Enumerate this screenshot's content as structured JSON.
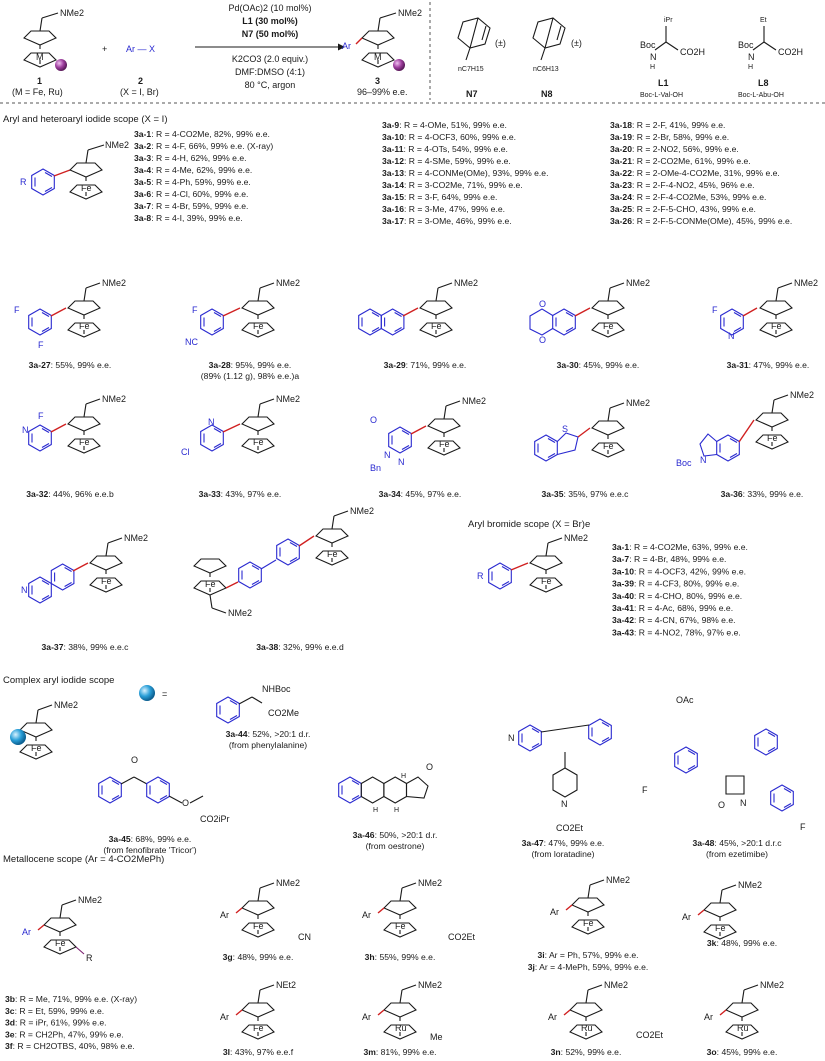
{
  "header": {
    "reactant1": {
      "label": "1",
      "note": "(M = Fe, Ru)",
      "nme2": "NMe2",
      "metal": "M"
    },
    "plus": "+",
    "reactant2": {
      "text": "Ar — X",
      "label": "2",
      "note": "(X = I, Br)"
    },
    "conditions_above": [
      "Pd(OAc)2 (10 mol%)",
      "L1 (30 mol%)",
      "N7 (50 mol%)"
    ],
    "conditions_below": [
      "K2CO3 (2.0 equiv.)",
      "DMF:DMSO (4:1)",
      "80 °C, argon"
    ],
    "product": {
      "label": "3",
      "note": "96–99% e.e.",
      "ar": "Ar",
      "metal": "M",
      "nme2": "NMe2"
    },
    "ligands": [
      {
        "label": "N7",
        "sub": "nC7H15",
        "rac": "(±)"
      },
      {
        "label": "N8",
        "sub": "nC6H13",
        "rac": "(±)"
      },
      {
        "label": "L1",
        "name": "Boc-L-Val-OH",
        "sub": "iPr",
        "boc": "Boc",
        "acid": "CO2H"
      },
      {
        "label": "L8",
        "name": "Boc-L-Abu-OH",
        "sub": "Et",
        "boc": "Boc",
        "acid": "CO2H"
      }
    ]
  },
  "sections": {
    "aryl_iodide": "Aryl and heteroaryl iodide scope (X = I)",
    "aryl_bromide": "Aryl bromide scope (X = Br)e",
    "complex": "Complex aryl iodide scope",
    "metallocene": "Metallocene scope (Ar = 4-CO2MePh)"
  },
  "iodide_list_col1": [
    {
      "id": "3a-1",
      "text": ": R = 4-CO2Me, 82%, 99% e.e."
    },
    {
      "id": "3a-2",
      "text": ": R = 4-F, 66%, 99% e.e. (X-ray)"
    },
    {
      "id": "3a-3",
      "text": ": R = 4-H, 62%, 99% e.e."
    },
    {
      "id": "3a-4",
      "text": ": R = 4-Me, 62%, 99% e.e."
    },
    {
      "id": "3a-5",
      "text": ": R = 4-Ph, 59%, 99% e.e."
    },
    {
      "id": "3a-6",
      "text": ": R = 4-Cl, 60%, 99% e.e."
    },
    {
      "id": "3a-7",
      "text": ": R = 4-Br, 59%, 99% e.e."
    },
    {
      "id": "3a-8",
      "text": ": R = 4-I, 39%, 99% e.e."
    }
  ],
  "iodide_list_col2": [
    {
      "id": "3a-9",
      "text": ": R = 4-OMe, 51%, 99% e.e."
    },
    {
      "id": "3a-10",
      "text": ": R = 4-OCF3, 60%, 99% e.e."
    },
    {
      "id": "3a-11",
      "text": ": R = 4-OTs, 54%, 99% e.e."
    },
    {
      "id": "3a-12",
      "text": ": R = 4-SMe, 59%, 99% e.e."
    },
    {
      "id": "3a-13",
      "text": ": R = 4-CONMe(OMe), 93%, 99% e.e."
    },
    {
      "id": "3a-14",
      "text": ": R = 3-CO2Me, 71%, 99% e.e."
    },
    {
      "id": "3a-15",
      "text": ": R = 3-F, 64%, 99% e.e."
    },
    {
      "id": "3a-16",
      "text": ": R = 3-Me, 47%, 99% e.e."
    },
    {
      "id": "3a-17",
      "text": ": R = 3-OMe, 46%, 99% e.e."
    }
  ],
  "iodide_list_col3": [
    {
      "id": "3a-18",
      "text": ": R = 2-F, 41%, 99% e.e."
    },
    {
      "id": "3a-19",
      "text": ": R = 2-Br, 58%, 99% e.e."
    },
    {
      "id": "3a-20",
      "text": ": R = 2-NO2, 56%, 99% e.e."
    },
    {
      "id": "3a-21",
      "text": ": R = 2-CO2Me, 61%, 99% e.e."
    },
    {
      "id": "3a-22",
      "text": ": R = 2-OMe-4-CO2Me, 31%, 99% e.e."
    },
    {
      "id": "3a-23",
      "text": ": R = 2-F-4-NO2, 45%, 96% e.e."
    },
    {
      "id": "3a-24",
      "text": ": R = 2-F-4-CO2Me, 53%, 99% e.e."
    },
    {
      "id": "3a-25",
      "text": ": R = 2-F-5-CHO, 43%, 99% e.e."
    },
    {
      "id": "3a-26",
      "text": ": R = 2-F-5-CONMe(OMe), 45%, 99% e.e."
    }
  ],
  "bromide_list": [
    {
      "id": "3a-1",
      "text": ": R = 4-CO2Me, 63%, 99% e.e."
    },
    {
      "id": "3a-7",
      "text": ": R = 4-Br, 48%, 99% e.e."
    },
    {
      "id": "3a-10",
      "text": ": R = 4-OCF3, 42%, 99% e.e."
    },
    {
      "id": "3a-39",
      "text": ": R = 4-CF3, 80%, 99% e.e."
    },
    {
      "id": "3a-40",
      "text": ": R = 4-CHO, 80%, 99% e.e."
    },
    {
      "id": "3a-41",
      "text": ": R = 4-Ac, 68%, 99% e.e."
    },
    {
      "id": "3a-42",
      "text": ": R = 4-CN, 67%, 98% e.e."
    },
    {
      "id": "3a-43",
      "text": ": R = 4-NO2, 78%, 97% e.e."
    }
  ],
  "compound_labels": [
    {
      "id": "3a-27",
      "text": ": 55%, 99% e.e."
    },
    {
      "id": "3a-28",
      "text": ": 95%, 99% e.e.",
      "extra": "(89% (1.12 g), 98% e.e.)a"
    },
    {
      "id": "3a-29",
      "text": ": 71%, 99% e.e."
    },
    {
      "id": "3a-30",
      "text": ": 45%, 99% e.e."
    },
    {
      "id": "3a-31",
      "text": ": 47%, 99% e.e."
    },
    {
      "id": "3a-32",
      "text": ": 44%, 96% e.e.b"
    },
    {
      "id": "3a-33",
      "text": ": 43%, 97% e.e."
    },
    {
      "id": "3a-34",
      "text": ": 45%, 97% e.e."
    },
    {
      "id": "3a-35",
      "text": ": 35%, 97% e.e.c"
    },
    {
      "id": "3a-36",
      "text": ": 33%, 99% e.e."
    },
    {
      "id": "3a-37",
      "text": ": 38%, 99% e.e.c"
    },
    {
      "id": "3a-38",
      "text": ": 32%, 99% e.e.d"
    }
  ],
  "complex_items": [
    {
      "id": "3a-44",
      "text": ": 52%, >20:1 d.r.",
      "source": "(from phenylalanine)",
      "groups": [
        "NHBoc",
        "CO2Me"
      ]
    },
    {
      "id": "3a-45",
      "text": ": 68%, 99% e.e.",
      "source": "(from fenofibrate 'Tricor')",
      "groups": [
        "O",
        "CO2iPr"
      ]
    },
    {
      "id": "3a-46",
      "text": ": 50%, >20:1 d.r.",
      "source": "(from oestrone)",
      "groups": [
        "O",
        "H",
        "H",
        "H"
      ]
    },
    {
      "id": "3a-47",
      "text": ": 47%, 99% e.e.",
      "source": "(from loratadine)",
      "groups": [
        "N",
        "N",
        "CO2Et"
      ]
    },
    {
      "id": "3a-48",
      "text": ": 45%, >20:1 d.r.c",
      "source": "(from ezetimibe)",
      "groups": [
        "OAc",
        "N",
        "O",
        "F",
        "F"
      ]
    }
  ],
  "metallocene_list": [
    {
      "id": "3b",
      "text": ": R = Me, 71%, 99% e.e. (X-ray)"
    },
    {
      "id": "3c",
      "text": ": R = Et, 59%, 99% e.e."
    },
    {
      "id": "3d",
      "text": ": R = iPr, 61%, 99% e.e."
    },
    {
      "id": "3e",
      "text": ": R = CH2Ph, 47%, 99% e.e."
    },
    {
      "id": "3f",
      "text": ": R = CH2OTBS, 40%, 98% e.e."
    }
  ],
  "metallocene_items": [
    {
      "id": "3g",
      "text": ": 48%, 99% e.e.",
      "group": "CN"
    },
    {
      "id": "3h",
      "text": ": 55%, 99% e.e.",
      "group": "CO2Et"
    },
    {
      "id": "3i",
      "text": ": Ar = Ph, 57%, 99% e.e."
    },
    {
      "id": "3j",
      "text": ": Ar = 4-MePh, 59%, 99% e.e."
    },
    {
      "id": "3k",
      "text": ": 48%, 99% e.e."
    },
    {
      "id": "3l",
      "text": ": 43%, 97% e.e.f",
      "amine": "NEt2"
    },
    {
      "id": "3m",
      "text": ": 81%, 99% e.e.",
      "metal": "Ru",
      "group": "Me"
    },
    {
      "id": "3n",
      "text": ": 52%, 99% e.e.",
      "metal": "Ru",
      "group": "CO2Et"
    },
    {
      "id": "3o",
      "text": ": 45%, 99% e.e.",
      "metal": "Ru"
    }
  ],
  "common": {
    "fe": "Fe",
    "nme2": "NMe2",
    "ar": "Ar",
    "r": "R",
    "equals": "=",
    "n": "N",
    "o": "O",
    "s": "S",
    "f": "F",
    "cl": "Cl",
    "nc": "NC",
    "bn": "Bn",
    "boc": "Boc"
  },
  "colors": {
    "aryl": "#2a2ad0",
    "new_bond": "#d02020",
    "ru": "#1a8fd8",
    "purple": "#7a1f6e",
    "sphere": "#2a9fd8"
  }
}
